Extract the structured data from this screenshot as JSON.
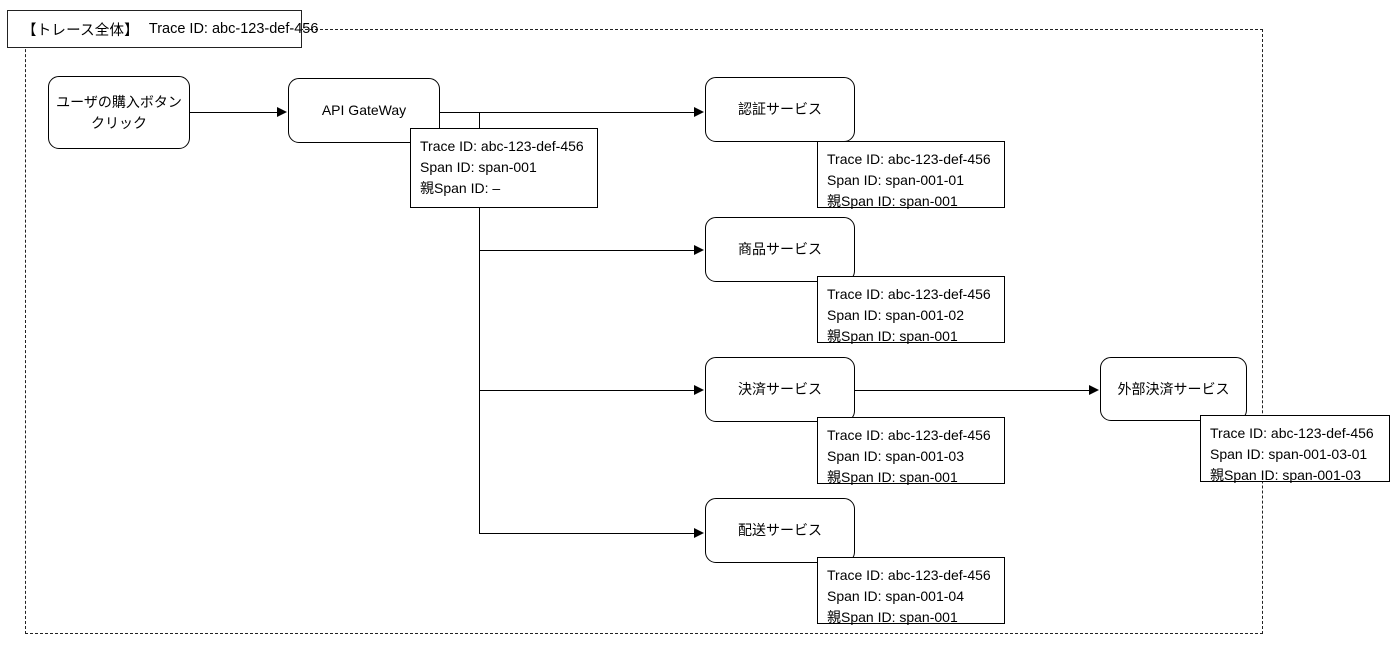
{
  "diagram": {
    "title_label": "【トレース全体】",
    "title_trace_id": "Trace ID: abc-123-def-456"
  },
  "nodes": {
    "user_click": "ユーザの購入ボタン\nクリック",
    "api_gateway": "API GateWay",
    "auth_service": "認証サービス",
    "product_service": "商品サービス",
    "payment_service": "決済サービス",
    "shipping_service": "配送サービス",
    "external_payment_service": "外部決済サービス"
  },
  "spans": {
    "gateway": {
      "trace": "Trace ID: abc-123-def-456",
      "span": "Span ID: span-001",
      "parent": "親Span ID: –"
    },
    "auth": {
      "trace": "Trace ID: abc-123-def-456",
      "span": "Span ID: span-001-01",
      "parent": "親Span ID: span-001"
    },
    "product": {
      "trace": "Trace ID: abc-123-def-456",
      "span": "Span ID: span-001-02",
      "parent": "親Span ID: span-001"
    },
    "payment": {
      "trace": "Trace ID: abc-123-def-456",
      "span": "Span ID: span-001-03",
      "parent": "親Span ID: span-001"
    },
    "shipping": {
      "trace": "Trace ID: abc-123-def-456",
      "span": "Span ID: span-001-04",
      "parent": "親Span ID: span-001"
    },
    "external": {
      "trace": "Trace ID: abc-123-def-456",
      "span": "Span ID: span-001-03-01",
      "parent": "親Span ID: span-001-03"
    }
  },
  "colors": {
    "stroke": "#000000",
    "frame_stroke": "#222222",
    "background": "#ffffff"
  }
}
